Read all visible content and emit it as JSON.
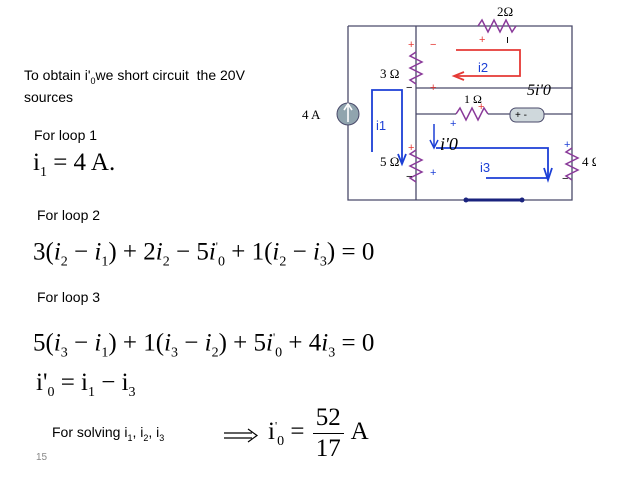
{
  "intro_text": "To obtain i'0we short circuit the 20V sources",
  "loop1_label": "For loop 1",
  "eq_loop1": "i1 = 4 A.",
  "loop2_label": "For loop 2",
  "eq_loop2": "3(i2 − i1) + 2i2 − 5i'0 + 1(i2 − i3) = 0",
  "loop3_label": "For loop 3",
  "eq_loop3": "5(i3 − i1) + 1(i3 − i2) + 5i'0 + 4i3 = 0",
  "eq_i0": "i'0 = i1 − i3",
  "solve_label": "For solving i1, i2, i3",
  "result": {
    "lhs": "i'0 =",
    "numerator": "52",
    "denominator": "17",
    "unit": "A"
  },
  "slide_number": "15",
  "circuit": {
    "r_top": "2Ω",
    "r_3": "3 Ω",
    "r_1": "1 Ω",
    "r_5": "5 Ω",
    "r_4": "4 Ω",
    "source_current": "4 A",
    "dep_source": "5i'0",
    "loop_i1": "i1",
    "loop_i2": "i2",
    "loop_i3": "i3",
    "current_i0": "i'0"
  }
}
